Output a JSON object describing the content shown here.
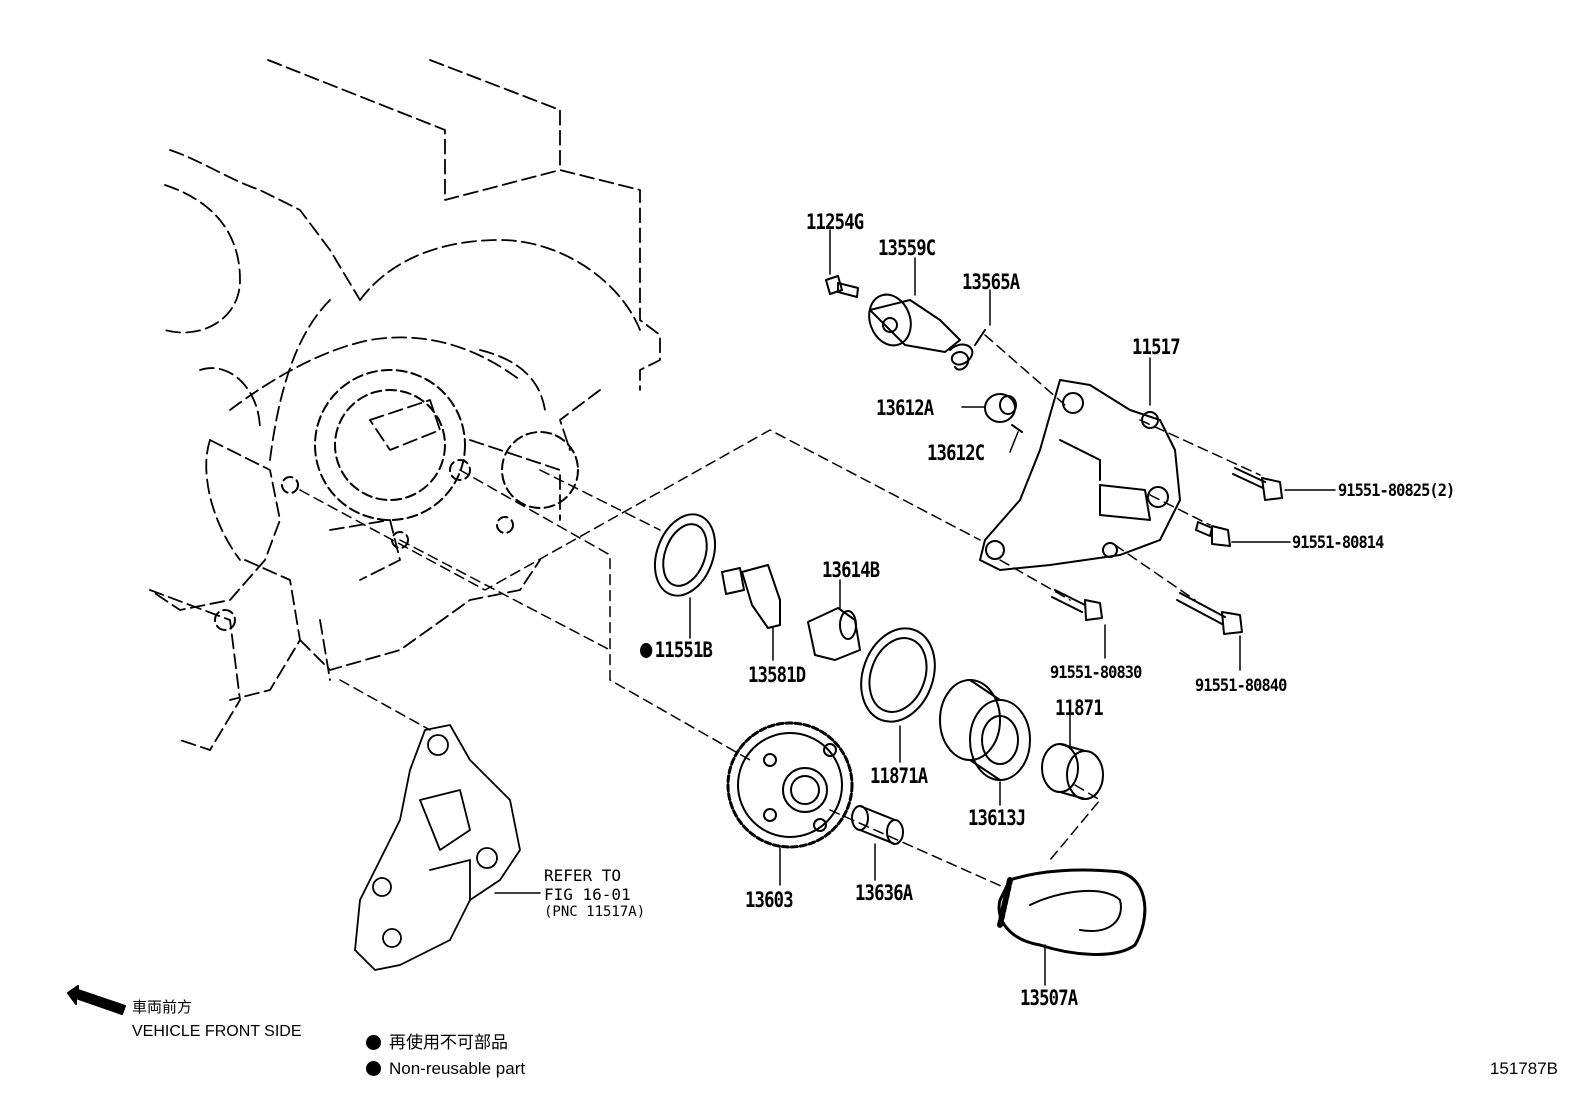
{
  "parts": {
    "p11254G": "11254G",
    "p13559C": "13559C",
    "p13565A": "13565A",
    "p11517": "11517",
    "p13612A": "13612A",
    "p13612C": "13612C",
    "p91551_80825": "91551-80825(2)",
    "p91551_80814": "91551-80814",
    "p13614B": "13614B",
    "p11551B": "11551B",
    "p13581D": "13581D",
    "p91551_80830": "91551-80830",
    "p91551_80840": "91551-80840",
    "p11871": "11871",
    "p11871A": "11871A",
    "p13613J": "13613J",
    "p13603": "13603",
    "p13636A": "13636A",
    "p13507A": "13507A"
  },
  "refer_note": {
    "line1": "REFER TO",
    "line2": "FIG 16-01",
    "line3": "(PNC 11517A)"
  },
  "direction": {
    "jp": "車両前方",
    "en": "VEHICLE FRONT SIDE"
  },
  "legend": {
    "jp": "再使用不可部品",
    "en": "Non-reusable part"
  },
  "figure_id": "151787B"
}
